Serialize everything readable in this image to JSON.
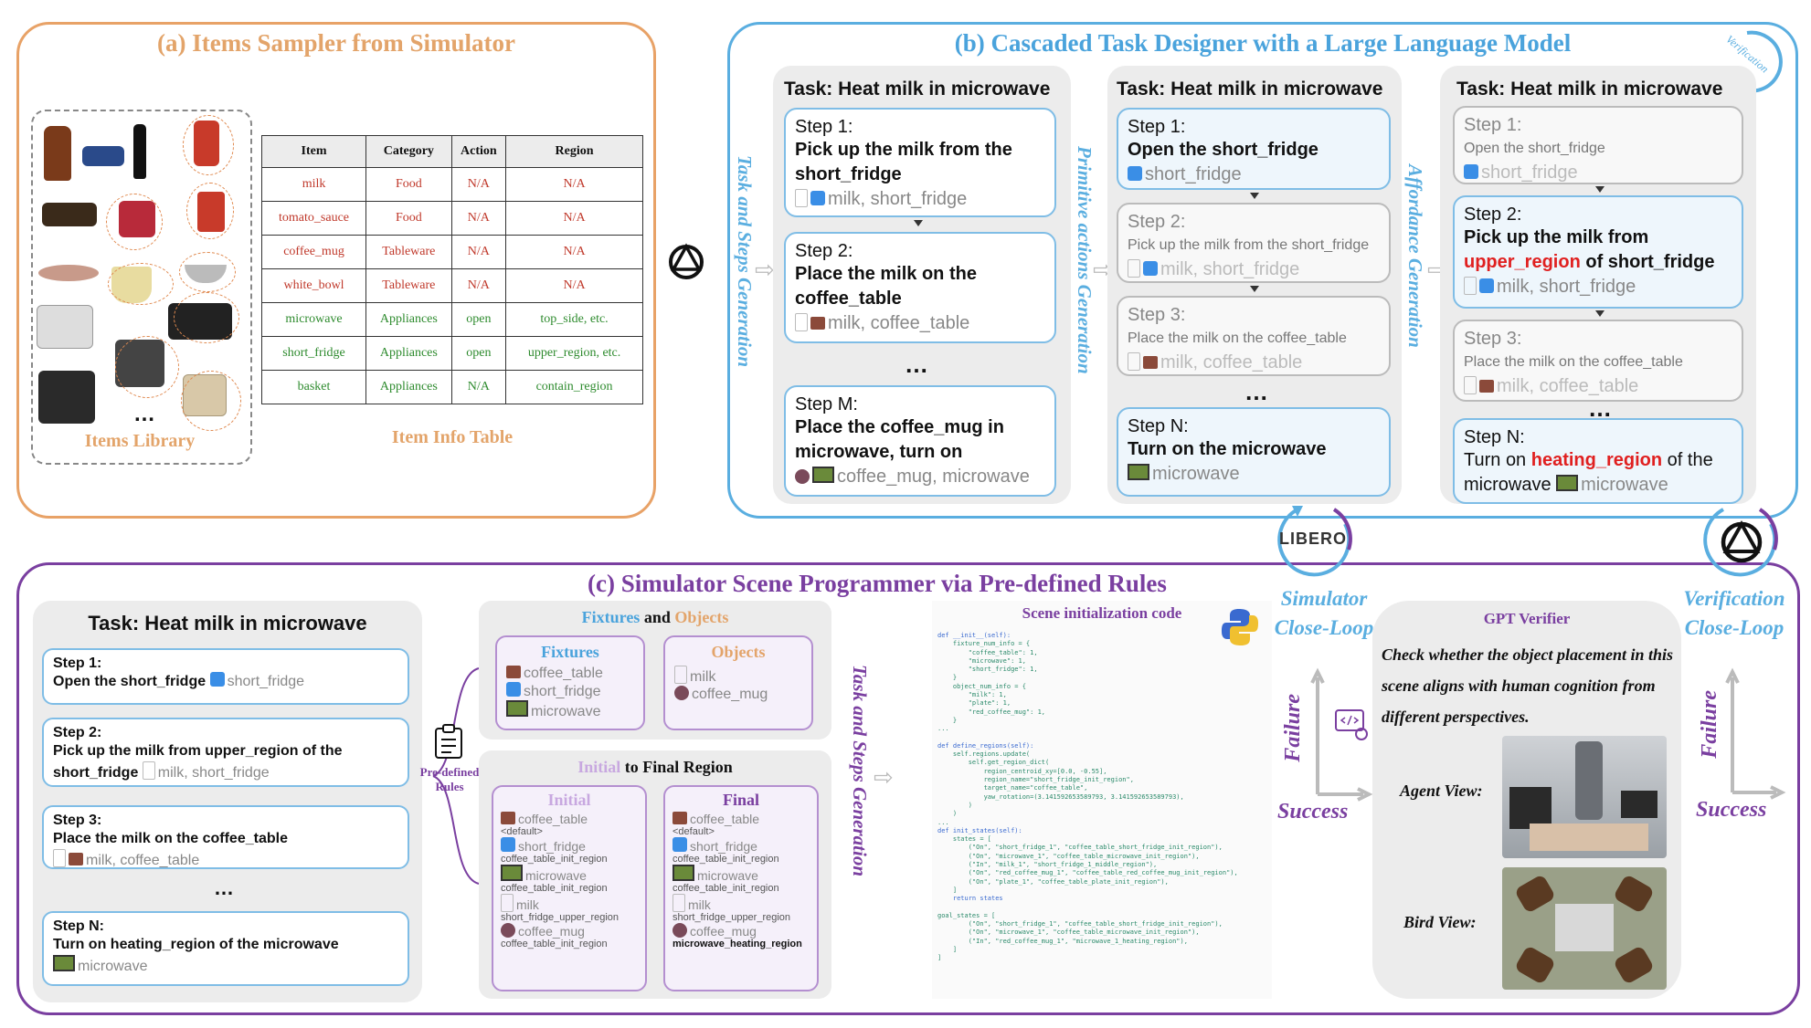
{
  "panel_a": {
    "title": "(a) Items Sampler from Simulator",
    "library_label": "Items Library",
    "library_more": "…",
    "table_label": "Item Info Table",
    "table_headers": [
      "Item",
      "Category",
      "Action",
      "Region"
    ],
    "table_rows": [
      [
        "milk",
        "Food",
        "N/A",
        "N/A"
      ],
      [
        "tomato_sauce",
        "Food",
        "N/A",
        "N/A"
      ],
      [
        "coffee_mug",
        "Tableware",
        "N/A",
        "N/A"
      ],
      [
        "white_bowl",
        "Tableware",
        "N/A",
        "N/A"
      ],
      [
        "microwave",
        "Appliances",
        "open",
        "top_side, etc."
      ],
      [
        "short_fridge",
        "Appliances",
        "open",
        "upper_region, etc."
      ],
      [
        "basket",
        "Appliances",
        "N/A",
        "contain_region"
      ]
    ]
  },
  "panel_b": {
    "title": "(b) Cascaded Task Designer with a Large Language Model",
    "verification_tag": "Verification",
    "vlabel1": "Task and Steps Generation",
    "vlabel2": "Primitive actions Generation",
    "vlabel3": "Affordance Generation",
    "col1": {
      "title": "Task: Heat milk in microwave",
      "s1_label": "Step 1:",
      "s1_text": "Pick up the milk from the short_fridge",
      "s1_objs": "milk, short_fridge",
      "s2_label": "Step 2:",
      "s2_text": "Place the milk on the coffee_table",
      "s2_objs": "milk, coffee_table",
      "dots": "…",
      "sm_label": "Step M:",
      "sm_text": "Place the coffee_mug in microwave, turn on",
      "sm_objs": "coffee_mug, microwave"
    },
    "col2": {
      "title": "Task: Heat milk in microwave",
      "s1_label": "Step 1:",
      "s1_text": "Open the short_fridge",
      "s1_objs": "short_fridge",
      "s2_label": "Step 2:",
      "s2_text": "Pick up the milk from the short_fridge",
      "s2_objs": "milk, short_fridge",
      "s3_label": "Step 3:",
      "s3_text": "Place the milk on the coffee_table",
      "s3_objs": "milk, coffee_table",
      "dots": "…",
      "sn_label": "Step N:",
      "sn_text": "Turn on the microwave",
      "sn_objs": "microwave"
    },
    "col3": {
      "title": "Task: Heat milk in microwave",
      "s1_label": "Step 1:",
      "s1_text": "Open the short_fridge",
      "s1_objs": "short_fridge",
      "s2_label": "Step 2:",
      "s2_text_a": "Pick up the milk from",
      "s2_text_red": "upper_region",
      "s2_text_b": "of  short_fridge",
      "s2_objs": "milk, short_fridge",
      "s3_label": "Step 3:",
      "s3_text": "Place the milk on the coffee_table",
      "s3_objs": "milk, coffee_table",
      "dots": "…",
      "sn_label": "Step N:",
      "sn_text_a": "Turn on",
      "sn_text_red": "heating_region",
      "sn_text_b": "of the microwave",
      "sn_objs": "microwave"
    }
  },
  "panel_c": {
    "title": "(c) Simulator Scene Programmer via Pre-defined Rules",
    "task_title": "Task: Heat milk in microwave",
    "s1_label": "Step 1:",
    "s1_text": "Open the short_fridge",
    "s1_objs": "short_fridge",
    "s2_label": "Step 2:",
    "s2_text": "Pick up the milk from upper_region of the short_fridge",
    "s2_objs": "milk, short_fridge",
    "s3_label": "Step 3:",
    "s3_text": "Place the milk on the coffee_table",
    "s3_objs": "milk, coffee_table",
    "dots": "…",
    "sn_label": "Step N:",
    "sn_text": "Turn on heating_region of the microwave",
    "sn_objs": "microwave",
    "rules_label": "Pre-defined Rules",
    "fo_title_a": "Fixtures",
    "fo_title_and": "and",
    "fo_title_b": "Objects",
    "fixtures_head": "Fixtures",
    "fixtures": [
      "coffee_table",
      "short_fridge",
      "microwave"
    ],
    "objects_head": "Objects",
    "objects": [
      "milk",
      "coffee_mug"
    ],
    "region_title_a": "Initial",
    "region_title_to": "to",
    "region_title_b": "Final Region",
    "initial_head": "Initial",
    "final_head": "Final",
    "default_tag": "<default>",
    "initial_items": [
      [
        "coffee_table",
        "<default>"
      ],
      [
        "short_fridge",
        "coffee_table_init_region"
      ],
      [
        "microwave",
        "coffee_table_init_region"
      ],
      [
        "milk",
        "short_fridge_upper_region"
      ],
      [
        "coffee_mug",
        "coffee_table_init_region"
      ]
    ],
    "final_items": [
      [
        "coffee_table",
        "<default>"
      ],
      [
        "short_fridge",
        "coffee_table_init_region"
      ],
      [
        "microwave",
        "coffee_table_init_region"
      ],
      [
        "milk",
        "short_fridge_upper_region"
      ],
      [
        "coffee_mug",
        "microwave_heating_region"
      ]
    ],
    "vlabel": "Task and Steps Generation",
    "code_title": "Scene initialization code",
    "sim_label": "Simulator Close-Loop",
    "sim_failure": "Failure",
    "sim_success": "Success",
    "libero": "LIBERO",
    "gpt_title": "GPT Verifier",
    "gpt_text": "Check whether the object placement in this scene aligns with human cognition from different perspectives.",
    "agent_view": "Agent View:",
    "bird_view": "Bird View:",
    "verif_label": "Verification Close-Loop",
    "verif_failure": "Failure",
    "verif_success": "Success"
  },
  "code_lines": [
    "def __init__(self):",
    "    fixture_num_info = {",
    "        \"coffee_table\": 1,",
    "        \"microwave\": 1,",
    "        \"short_fridge\": 1,",
    "    }",
    "    object_num_info = {",
    "        \"milk\": 1,",
    "        \"plate\": 1,",
    "        \"red_coffee_mug\": 1,",
    "    }",
    "...",
    "",
    "def define_regions(self):",
    "    self.regions.update(",
    "        self.get_region_dict(",
    "            region_centroid_xy=[0.0, -0.55],",
    "            region_name=\"short_fridge_init_region\",",
    "            target_name=\"coffee_table\",",
    "            yaw_rotation=(3.141592653589793, 3.141592653589793),",
    "        )",
    "    )",
    "...",
    "def init_states(self):",
    "    states = [",
    "        (\"On\", \"short_fridge_1\", \"coffee_table_short_fridge_init_region\"),",
    "        (\"On\", \"microwave_1\", \"coffee_table_microwave_init_region\"),",
    "        (\"In\", \"milk_1\", \"short_fridge_1_middle_region\"),",
    "        (\"On\", \"red_coffee_mug_1\", \"coffee_table_red_coffee_mug_init_region\"),",
    "        (\"On\", \"plate_1\", \"coffee_table_plate_init_region\"),",
    "    ]",
    "    return states",
    "",
    "goal_states = [",
    "        (\"On\", \"short_fridge_1\", \"coffee_table_short_fridge_init_region\"),",
    "        (\"On\", \"microwave_1\", \"coffee_table_microwave_init_region\"),",
    "        (\"In\", \"red_coffee_mug_1\", \"microwave_1_heating_region\"),",
    "    ]",
    "]"
  ],
  "colors": {
    "orange": "#e8a267",
    "blue": "#5aaee0",
    "purple": "#7a3fa0",
    "red": "#e02020"
  }
}
